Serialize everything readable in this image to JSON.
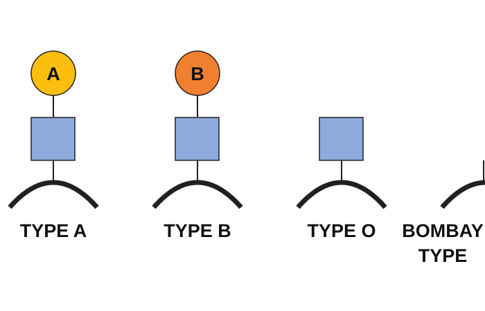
{
  "colors": {
    "antigen_a": "#FDBF0F",
    "antigen_b": "#F07F30",
    "base": "#8FAADC",
    "line": "#231F20"
  },
  "cells": [
    {
      "label": [
        "TYPE A"
      ],
      "antigen": "A"
    },
    {
      "label": [
        "TYPE B"
      ],
      "antigen": "B"
    },
    {
      "label": [
        "TYPE O"
      ],
      "antigen": null
    },
    {
      "label": [
        "BOMBAY",
        "TYPE"
      ],
      "antigen": null
    }
  ]
}
